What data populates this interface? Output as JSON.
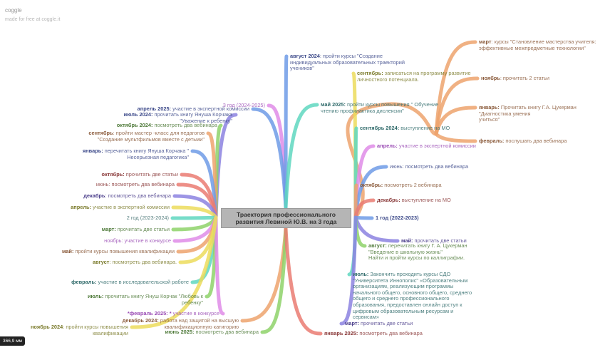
{
  "brand": {
    "logo": "coggle",
    "tagline": "made for free at coggle.it"
  },
  "center": {
    "title": "Траектория профессионального\nразвития Левиной Ю.В. на 3 года"
  },
  "scale_readout": "366,9 мм",
  "colors": {
    "blue": "#6f9be6",
    "purple": "#8c82e0",
    "pink": "#df8ce8",
    "green": "#8ed26a",
    "orange": "#eda36d",
    "red": "#ea7b72",
    "yellow": "#ecdc5c",
    "teal": "#5fd7bf"
  },
  "nodes": [
    {
      "month": "",
      "text": "3 год (2024-2025)",
      "color": "#9b4db5"
    },
    {
      "month": "апрель 2025:",
      "text": " участие в экспертной комиссии",
      "color": "#3d4a8a"
    },
    {
      "month": "июль 2024:",
      "text": " прочитать книгу Януша Корчака\n\"Уважение к ребенку\"",
      "color": "#3d4a8a"
    },
    {
      "month": "октябрь 2024:",
      "text": " посмотреть два вебинара",
      "color": "#4f7a3a"
    },
    {
      "month": "сентябрь",
      "text": ": пройти мастер -класс для педагогов\n\"Создание мультфильмов вместе с детьми\"",
      "color": "#8a5a3a"
    },
    {
      "month": "январь:",
      "text": " перечитать книгу Януша Корчака \"\nНесерьезная педагогика\"",
      "color": "#3d4a8a"
    },
    {
      "month": "октябрь:",
      "text": " прочитать две статьи",
      "color": "#8a3a3a"
    },
    {
      "month": "",
      "text": "июнь: посмотреть два вебинара",
      "color": "#8a3a3a"
    },
    {
      "month": "декабрь",
      "text": ": посмотреть два вебинара",
      "color": "#4a3d8a"
    },
    {
      "month": "апрель:",
      "text": " участие в экспертной комиссии",
      "color": "#7a7a2a"
    },
    {
      "month": "",
      "text": "2 год (2023-2024)",
      "color": "#3a6a6a"
    },
    {
      "month": "март:",
      "text": " прочитать две статьи",
      "color": "#4f7a3a"
    },
    {
      "month": "",
      "text": "ноябрь: участие в конкурсе",
      "color": "#9b4db5"
    },
    {
      "month": "май:",
      "text": " пройти курсы повышения квалификации",
      "color": "#8a5a3a"
    },
    {
      "month": "август",
      "text": ": посмотреть два вебинара.",
      "color": "#7a7a2a"
    },
    {
      "month": "февраль:",
      "text": " участие в исследовательской работе",
      "color": "#2f6a6a"
    },
    {
      "month": "июль:",
      "text": " прочитать книгу Януш Корчак \"Любовь к\nребенку\"",
      "color": "#4f7a3a"
    },
    {
      "month": "*февраль 2025: *",
      "text": " участие в конкурсе",
      "color": "#9b4db5"
    },
    {
      "month": "декабрь 2024:",
      "text": " работа над защитой на высшую\nквалификационную катигорию",
      "color": "#8a5a3a"
    },
    {
      "month": "ноябрь 2024",
      "text": ": пройти курсы повышения\nквалификации",
      "color": "#7a7a2a"
    },
    {
      "month": "июнь 2025:",
      "text": " посмотреть два вебинара",
      "color": "#4f7a3a"
    },
    {
      "month": "август 2024",
      "text": ": пройти курсы \"Создание\nиндивидуальных образовательных траекторий\nучеников\"",
      "color": "#3d4a8a"
    },
    {
      "month": "сентябрь:",
      "text": " записаться на программу развитие\nличностного потенциала.",
      "color": "#7a7a2a"
    },
    {
      "month": "май 2025:",
      "text": " пройти курсы повышения \" Обучение\nчтению профилактика дислексии\"",
      "color": "#2f6a6a"
    },
    {
      "month": "сентябрь 2024:",
      "text": " выступление на МО",
      "color": "#2f6a6a"
    },
    {
      "month": "апрель:",
      "text": " участие в экспертной комиссии",
      "color": "#9b4db5"
    },
    {
      "month": "",
      "text": "июнь: посмотреть два вебинара",
      "color": "#3d4a8a"
    },
    {
      "month": "октябрь:",
      "text": " посмотреть 2 вебинара",
      "color": "#8a5a3a"
    },
    {
      "month": "декабрь:",
      "text": " выступление на МО",
      "color": "#8a3a3a"
    },
    {
      "month": "1 год (2022-2023)",
      "text": "",
      "color": "#3d4a8a"
    },
    {
      "month": "май:",
      "text": " прочитать две статьи",
      "color": "#4a3d8a"
    },
    {
      "month": "август:",
      "text": " перечитать книгу Г. А. Цукерман\n\"Введение в школьную жизнь\"\nНайти и пройти курсы по каллиграфии.",
      "color": "#4f7a3a"
    },
    {
      "month": "июль:",
      "text": " Закончить проходить курсы СДО\n\"Университета Иннополис\" «Образовательным\nорганизациям, реализующим программы\nначального общего, основного общего, среднего\nобщего и среднего профессионального\nобразования, предоставлен онлайн доступ к\nцифровым образовательным ресурсам и\nсервисам»",
      "color": "#2f6a6a"
    },
    {
      "month": "март:",
      "text": " прочитать две статьи",
      "color": "#4a3d8a"
    },
    {
      "month": "январь 2025:",
      "text": " посмотреть два вебинара",
      "color": "#8a3a3a"
    },
    {
      "month": "март",
      "text": ": курсы \"Становление мастерства учителя:\nэффективные межпредметные технологии\"",
      "color": "#8a5a3a"
    },
    {
      "month": "ноябрь",
      "text": ": прочитать 2 статьи",
      "color": "#8a5a3a"
    },
    {
      "month": "январь:",
      "text": " Прочитать книгу Г.А. Цукерман \"Диагностика умения\nучиться\"",
      "color": "#8a5a3a"
    },
    {
      "month": "февраль:",
      "text": " послушать два вебинара",
      "color": "#8a5a3a"
    }
  ]
}
